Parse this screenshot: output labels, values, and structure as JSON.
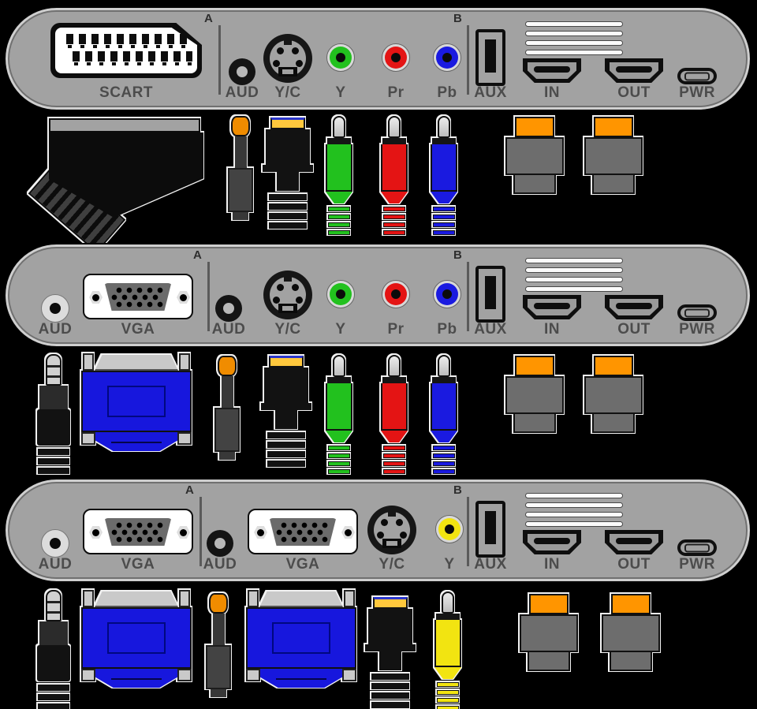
{
  "background_color": "#000000",
  "colors": {
    "panel_gray": "#a2a2a2",
    "label_gray": "#4c4c4c",
    "component_green": "#22c11e",
    "component_red": "#e41414",
    "component_blue": "#1a1ae0",
    "composite_yellow": "#f2e411",
    "hdmi_orange": "#ff9500",
    "vga_blue": "#1717dd",
    "svideo_gold": "#ffc83d",
    "audio_plug_orange": "#f08c00"
  },
  "panels": [
    {
      "name": "scart-converter-panel",
      "labels": {
        "scart": "SCART",
        "marker_a": "A",
        "aud": "AUD",
        "svideo": "Y/C",
        "y": "Y",
        "pr": "Pr",
        "pb": "Pb",
        "marker_b": "B",
        "aux": "AUX",
        "hdmi_in": "IN",
        "hdmi_out": "OUT",
        "pwr": "PWR"
      }
    },
    {
      "name": "vga-component-converter-panel",
      "labels": {
        "aud1": "AUD",
        "vga": "VGA",
        "marker_a": "A",
        "aud2": "AUD",
        "svideo": "Y/C",
        "y": "Y",
        "pr": "Pr",
        "pb": "Pb",
        "marker_b": "B",
        "aux": "AUX",
        "hdmi_in": "IN",
        "hdmi_out": "OUT",
        "pwr": "PWR"
      }
    },
    {
      "name": "dual-vga-converter-panel",
      "labels": {
        "aud1": "AUD",
        "vga1": "VGA",
        "marker_a": "A",
        "aud2": "AUD",
        "vga2": "VGA",
        "svideo": "Y/C",
        "y": "Y",
        "marker_b": "B",
        "aux": "AUX",
        "hdmi_in": "IN",
        "hdmi_out": "OUT",
        "pwr": "PWR"
      }
    }
  ],
  "cable_rows": [
    {
      "plugs": [
        "scart-plug",
        "audio-jack-orange",
        "s-video-plug",
        "rca-green",
        "rca-red",
        "rca-blue",
        "hdmi-plug",
        "hdmi-plug"
      ]
    },
    {
      "plugs": [
        "audio-jack-black",
        "vga-plug",
        "audio-jack-orange",
        "s-video-plug",
        "rca-green",
        "rca-red",
        "rca-blue",
        "hdmi-plug",
        "hdmi-plug"
      ]
    },
    {
      "plugs": [
        "audio-jack-black",
        "vga-plug",
        "audio-jack-orange",
        "vga-plug",
        "s-video-plug",
        "rca-yellow",
        "hdmi-plug",
        "hdmi-plug"
      ]
    }
  ]
}
